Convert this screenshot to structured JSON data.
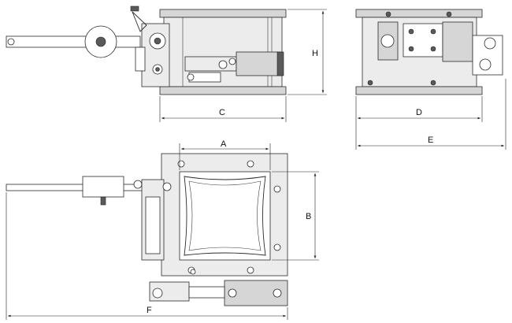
{
  "dimension_labels": {
    "a": "A",
    "b": "B",
    "c": "C",
    "d": "D",
    "e": "E",
    "f": "F",
    "h": "H"
  },
  "colors": {
    "line": "#2a2a2a",
    "fill_grey": "#d6d6d6",
    "fill_dark": "#5a5a5a",
    "background": "#ffffff"
  }
}
